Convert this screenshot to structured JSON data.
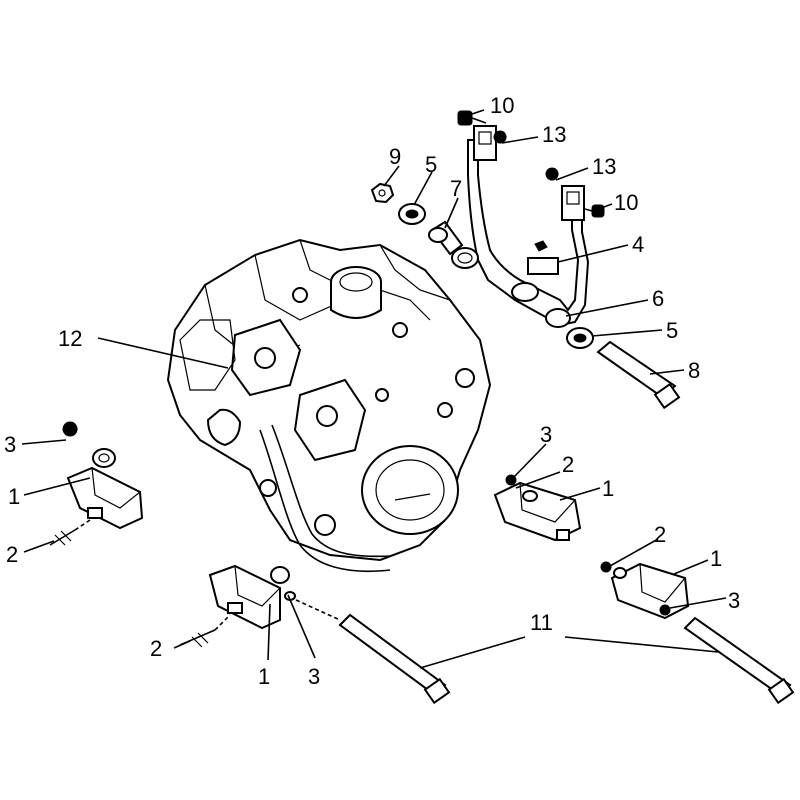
{
  "diagram": {
    "callouts": [
      {
        "id": "c10a",
        "label": "10"
      },
      {
        "id": "c13a",
        "label": "13"
      },
      {
        "id": "c9",
        "label": "9"
      },
      {
        "id": "c5a",
        "label": "5"
      },
      {
        "id": "c13b",
        "label": "13"
      },
      {
        "id": "c7",
        "label": "7"
      },
      {
        "id": "c10b",
        "label": "10"
      },
      {
        "id": "c4",
        "label": "4"
      },
      {
        "id": "c6",
        "label": "6"
      },
      {
        "id": "c5b",
        "label": "5"
      },
      {
        "id": "c8",
        "label": "8"
      },
      {
        "id": "c12",
        "label": "12"
      },
      {
        "id": "c3a",
        "label": "3"
      },
      {
        "id": "c1a",
        "label": "1"
      },
      {
        "id": "c2a",
        "label": "2"
      },
      {
        "id": "c3b",
        "label": "3"
      },
      {
        "id": "c2b",
        "label": "2"
      },
      {
        "id": "c1b",
        "label": "1"
      },
      {
        "id": "c2c",
        "label": "2"
      },
      {
        "id": "c1c",
        "label": "1"
      },
      {
        "id": "c3c",
        "label": "3"
      },
      {
        "id": "c11",
        "label": "11"
      },
      {
        "id": "c2d",
        "label": "2"
      },
      {
        "id": "c1d",
        "label": "1"
      },
      {
        "id": "c3d",
        "label": "3"
      }
    ]
  }
}
